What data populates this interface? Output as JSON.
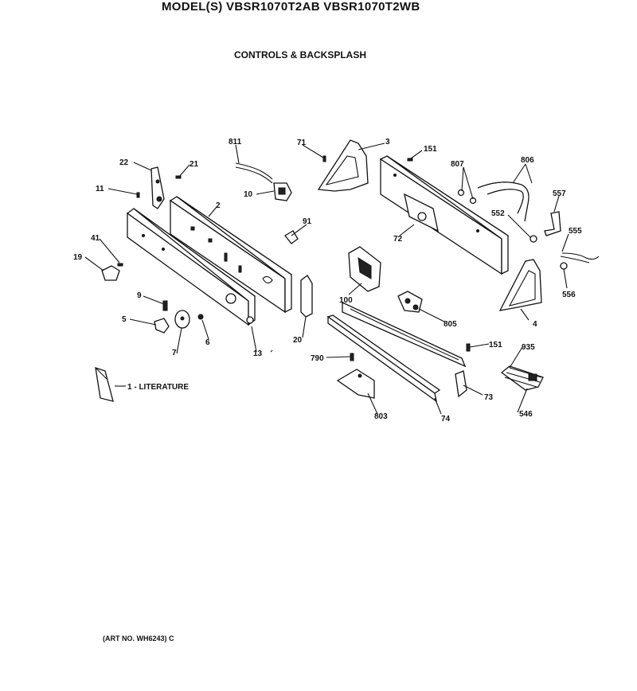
{
  "header": {
    "title": "MODEL(S) VBSR1070T2AB  VBSR1070T2WB",
    "subtitle": "CONTROLS & BACKSPLASH"
  },
  "labels": {
    "p2": "2",
    "p3": "3",
    "p4": "4",
    "p5": "5",
    "p6": "6",
    "p7": "7",
    "p9": "9",
    "p10": "10",
    "p11": "11",
    "p13": "13",
    "p19": "19",
    "p20": "20",
    "p21": "21",
    "p22": "22",
    "p41": "41",
    "p71": "71",
    "p72": "72",
    "p73": "73",
    "p74": "74",
    "p91": "91",
    "p100": "100",
    "p151a": "151",
    "p151b": "151",
    "p546": "546",
    "p552": "552",
    "p555": "555",
    "p556": "556",
    "p557": "557",
    "p790": "790",
    "p803": "803",
    "p805": "805",
    "p806": "806",
    "p807": "807",
    "p811": "811",
    "p935": "935",
    "literature": "1 - LITERATURE"
  },
  "footer": {
    "art_no": "(ART NO. WH6243)  C"
  }
}
